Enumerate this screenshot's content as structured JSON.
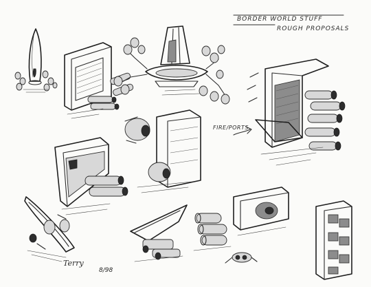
{
  "title_block": {
    "line1": "BORDER WORLD STUFF",
    "line2": "ROUGH PROPOSALS"
  },
  "annotations": {
    "pointer_label": "FIRE/PORTS"
  },
  "signature": {
    "name": "Terry",
    "date": "8/98"
  },
  "icons": {
    "sketches": [
      "capsule-pod-sketch",
      "gun-turret-sketch",
      "spider-walker-sketch",
      "heavy-cannon-turret-sketch",
      "tower-turret-sketch",
      "bunker-turret-sketch",
      "wing-pod-sketch",
      "triangular-hull-sketch",
      "barrel-cluster-sketch",
      "small-drone-sketch",
      "panel-launcher-sketch",
      "block-column-sketch"
    ]
  },
  "colors": {
    "paper": "#fbfbf9",
    "ink": "#2b2b2b"
  }
}
